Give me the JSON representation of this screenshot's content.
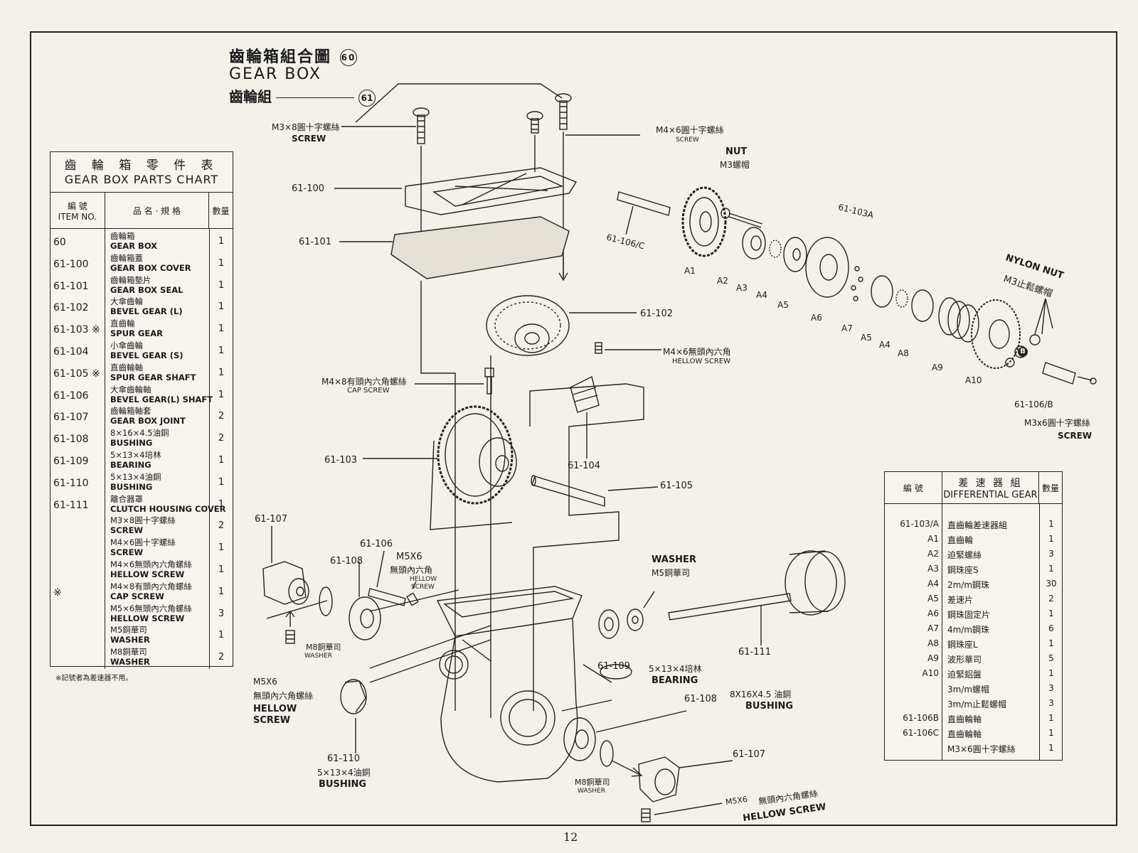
{
  "header": {
    "title_zh": "齒輪箱組合圖",
    "title_num": "60",
    "title_en": "GEAR BOX",
    "subtitle_zh": "齒輪組",
    "subtitle_num": "61"
  },
  "parts_chart": {
    "title_zh": "齒 輪 箱 零 件 表",
    "title_en": "GEAR BOX PARTS CHART",
    "col_item_zh": "編 號",
    "col_item_en": "ITEM NO.",
    "col_name": "品 名 · 規 格",
    "col_qty": "數量",
    "rows": [
      {
        "no": "60",
        "zh": "齒輪箱",
        "en": "GEAR BOX",
        "qty": "1"
      },
      {
        "no": "61-100",
        "zh": "齒輪箱蓋",
        "en": "GEAR BOX COVER",
        "qty": "1"
      },
      {
        "no": "61-101",
        "zh": "齒輪箱墊片",
        "en": "GEAR BOX SEAL",
        "qty": "1"
      },
      {
        "no": "61-102",
        "zh": "大傘齒輪",
        "en": "BEVEL GEAR (L)",
        "qty": "1"
      },
      {
        "no": "61-103 ※",
        "zh": "直齒輪",
        "en": "SPUR GEAR",
        "qty": "1"
      },
      {
        "no": "61-104",
        "zh": "小傘齒輪",
        "en": "BEVEL GEAR (S)",
        "qty": "1"
      },
      {
        "no": "61-105 ※",
        "zh": "直齒輪軸",
        "en": "SPUR GEAR SHAFT",
        "qty": "1"
      },
      {
        "no": "61-106",
        "zh": "大傘齒輪軸",
        "en": "BEVEL GEAR(L) SHAFT",
        "qty": "1"
      },
      {
        "no": "61-107",
        "zh": "齒輪箱軸套",
        "en": "GEAR BOX JOINT",
        "qty": "2"
      },
      {
        "no": "61-108",
        "zh": "8×16×4.5油銅",
        "en": "BUSHING",
        "qty": "2"
      },
      {
        "no": "61-109",
        "zh": "5×13×4培林",
        "en": "BEARING",
        "qty": "1"
      },
      {
        "no": "61-110",
        "zh": "5×13×4油銅",
        "en": "BUSHING",
        "qty": "1"
      },
      {
        "no": "61-111",
        "zh": "離合器罩",
        "en": "CLUTCH HOUSING COVER",
        "qty": "1"
      },
      {
        "no": "",
        "zh": "M3×8圓十字螺絲",
        "en": "SCREW",
        "qty": "2"
      },
      {
        "no": "",
        "zh": "M4×6圓十字螺絲",
        "en": "SCREW",
        "qty": "1"
      },
      {
        "no": "",
        "zh": "M4×6無頭內六角螺絲",
        "en": "HELLOW SCREW",
        "qty": "1"
      },
      {
        "no": "※",
        "zh": "M4×8有頭內六角螺絲",
        "en": "CAP SCREW",
        "qty": "1"
      },
      {
        "no": "",
        "zh": "M5×6無頭內六角螺絲",
        "en": "HELLOW SCREW",
        "qty": "3"
      },
      {
        "no": "",
        "zh": "M5銅華司",
        "en": "WASHER",
        "qty": "1"
      },
      {
        "no": "",
        "zh": "M8銅華司",
        "en": "WASHER",
        "qty": "2"
      }
    ],
    "footnote": "※記號者為差速器不用。"
  },
  "diff_chart": {
    "col_no": "編 號",
    "title_zh": "差 速 器 組",
    "title_en": "DIFFERENTIAL GEAR",
    "col_qty": "數量",
    "rows": [
      {
        "no": "61-103/A",
        "name": "直齒輪差速器組",
        "qty": "1"
      },
      {
        "no": "A1",
        "name": "直齒輪",
        "qty": "1"
      },
      {
        "no": "A2",
        "name": "迫緊螺絲",
        "qty": "3"
      },
      {
        "no": "A3",
        "name": "鋼珠座S",
        "qty": "1"
      },
      {
        "no": "A4",
        "name": "2m/m鋼珠",
        "qty": "30"
      },
      {
        "no": "A5",
        "name": "差速片",
        "qty": "2"
      },
      {
        "no": "A6",
        "name": "鋼珠固定片",
        "qty": "1"
      },
      {
        "no": "A7",
        "name": "4m/m鋼珠",
        "qty": "6"
      },
      {
        "no": "A8",
        "name": "鋼珠座L",
        "qty": "1"
      },
      {
        "no": "A9",
        "name": "波形華司",
        "qty": "5"
      },
      {
        "no": "A10",
        "name": "迫緊鋁盤",
        "qty": "1"
      },
      {
        "no": "",
        "name": "3m/m螺帽",
        "qty": "3"
      },
      {
        "no": "",
        "name": "3m/m止鬆螺帽",
        "qty": "3"
      },
      {
        "no": "61-106B",
        "name": "直齒輪軸",
        "qty": "1"
      },
      {
        "no": "61-106C",
        "name": "直齒輪軸",
        "qty": "1"
      },
      {
        "no": "",
        "name": "M3×6圓十字螺絲",
        "qty": "1"
      }
    ]
  },
  "labels": {
    "screw_m3x8": "M3×8圓十字螺絲",
    "screw": "SCREW",
    "screw_m4x6": "M4×6圓十字螺絲",
    "screw_small": "SCREW",
    "nut": "NUT",
    "nut_m3": "M3螺帽",
    "p61_100": "61-100",
    "p61_101": "61-101",
    "p61_103a": "61-103A",
    "p61_106c": "61-106/C",
    "nylon_nut": "NYLON NUT",
    "nylon_nut_zh": "M3止鬆螺帽",
    "a1": "A1",
    "a2": "A2",
    "a3": "A3",
    "a4": "A4",
    "a5": "A5",
    "a6": "A6",
    "a7": "A7",
    "a5b": "A5",
    "a4b": "A4",
    "a8": "A8",
    "a9": "A9",
    "a10": "A10",
    "b_mark": "B",
    "p61_102": "61-102",
    "hellow_m4x6": "M4×6無頭內六角",
    "hellow_screw": "HELLOW SCREW",
    "cap_m4x8": "M4×8有頭內六角螺絲",
    "cap_screw": "CAP SCREW",
    "p61_106b": "61-106/B",
    "m3x6": "M3x6圓十字螺絲",
    "screw3": "SCREW",
    "p61_103": "61-103",
    "p61_104": "61-104",
    "p61_105": "61-105",
    "p61_107": "61-107",
    "p61_106": "61-106",
    "p61_108": "61-108",
    "m5x6": "M5X6",
    "m5x6_zh": "無頭內六角",
    "hellow": "HELLOW",
    "screw4": "SCREW",
    "washer": "WASHER",
    "washer_m5": "M5銅華司",
    "p61_111": "61-111",
    "m8_washer": "M8銅華司",
    "washer2": "WASHER",
    "m5x6_left": "M5X6",
    "m5x6_left_zh": "無頭內六角螺絲",
    "hellow_left": "HELLOW",
    "screw_left": "SCREW",
    "p61_109": "61-109",
    "bearing_zh": "5×13×4培林",
    "bearing": "BEARING",
    "p61_108b": "61-108",
    "bushing_zh": "8X16X4.5 油銅",
    "bushing": "BUSHING",
    "p61_110": "61-110",
    "bushing2_zh": "5×13×4油銅",
    "bushing2": "BUSHING",
    "p61_107b": "61-107",
    "m8_washer2": "M8銅華司",
    "washer3": "WASHER",
    "m5x6_bottom": "M5X6",
    "m5x6_bottom_zh": "無頭內六角螺絲",
    "hellow_screw2": "HELLOW SCREW"
  },
  "page_number": "12"
}
